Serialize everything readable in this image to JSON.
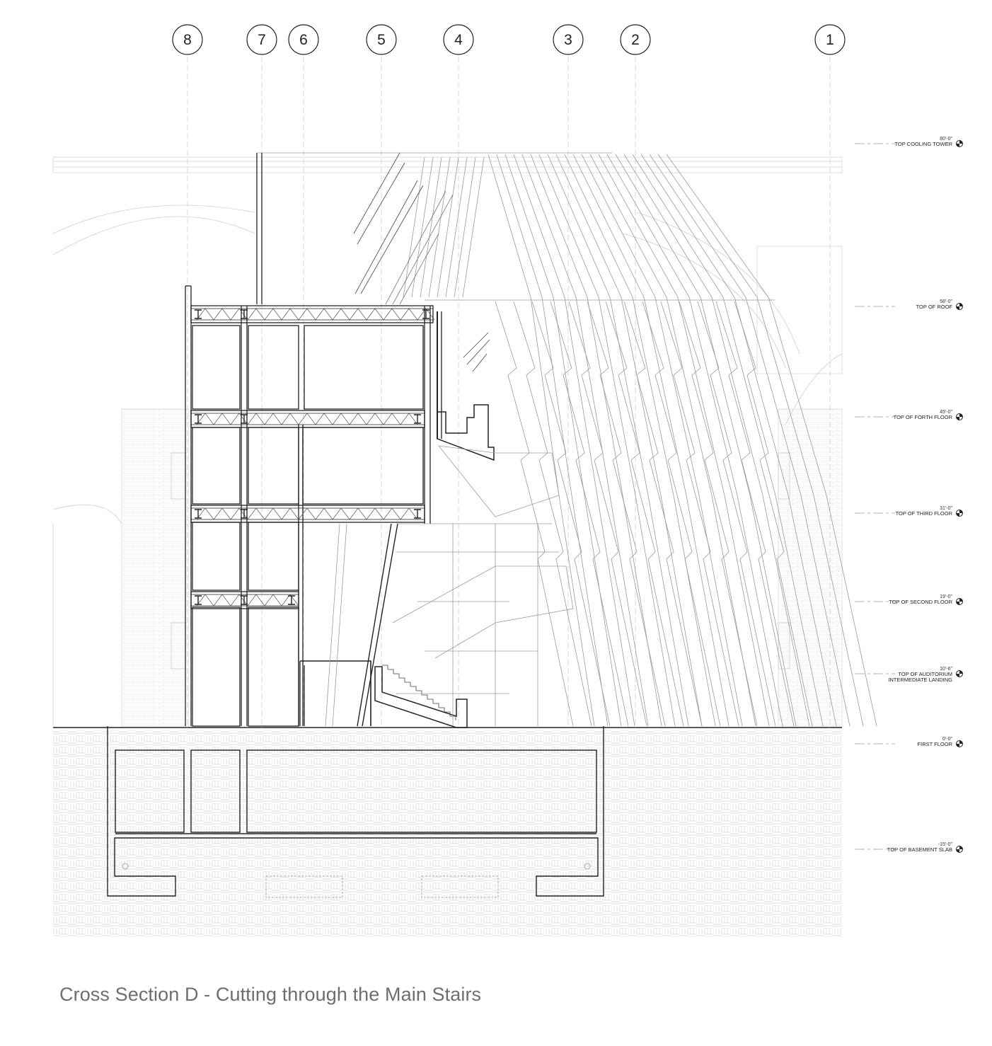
{
  "caption": "Cross Section D - Cutting through the Main Stairs",
  "grid_lines": [
    {
      "label": "8"
    },
    {
      "label": "7"
    },
    {
      "label": "6"
    },
    {
      "label": "5"
    },
    {
      "label": "4"
    },
    {
      "label": "3"
    },
    {
      "label": "2"
    },
    {
      "label": "1"
    }
  ],
  "levels": [
    {
      "elevation": "80'-0\"",
      "name": [
        "TOP COOLING TOWER"
      ]
    },
    {
      "elevation": "58'-0\"",
      "name": [
        "TOP OF ROOF"
      ]
    },
    {
      "elevation": "45'-0\"",
      "name": [
        "TOP OF FORTH FLOOR"
      ]
    },
    {
      "elevation": "31'-0\"",
      "name": [
        "TOP OF THIRD FLOOR"
      ]
    },
    {
      "elevation": "19'-0\"",
      "name": [
        "TOP OF SECOND FLOOR"
      ]
    },
    {
      "elevation": "10'-6\"",
      "name": [
        "TOP OF AUDITORIUM",
        "INTERMEDIATE LANDING"
      ]
    },
    {
      "elevation": "0'-0\"",
      "name": [
        "FIRST FLOOR"
      ]
    },
    {
      "elevation": "-15'-0\"",
      "name": [
        "TOP OF BASEMENT SLAB"
      ]
    }
  ],
  "colors": {
    "line": "#222222",
    "faint": "#bdbdbd",
    "caption": "#6e6e6e"
  }
}
